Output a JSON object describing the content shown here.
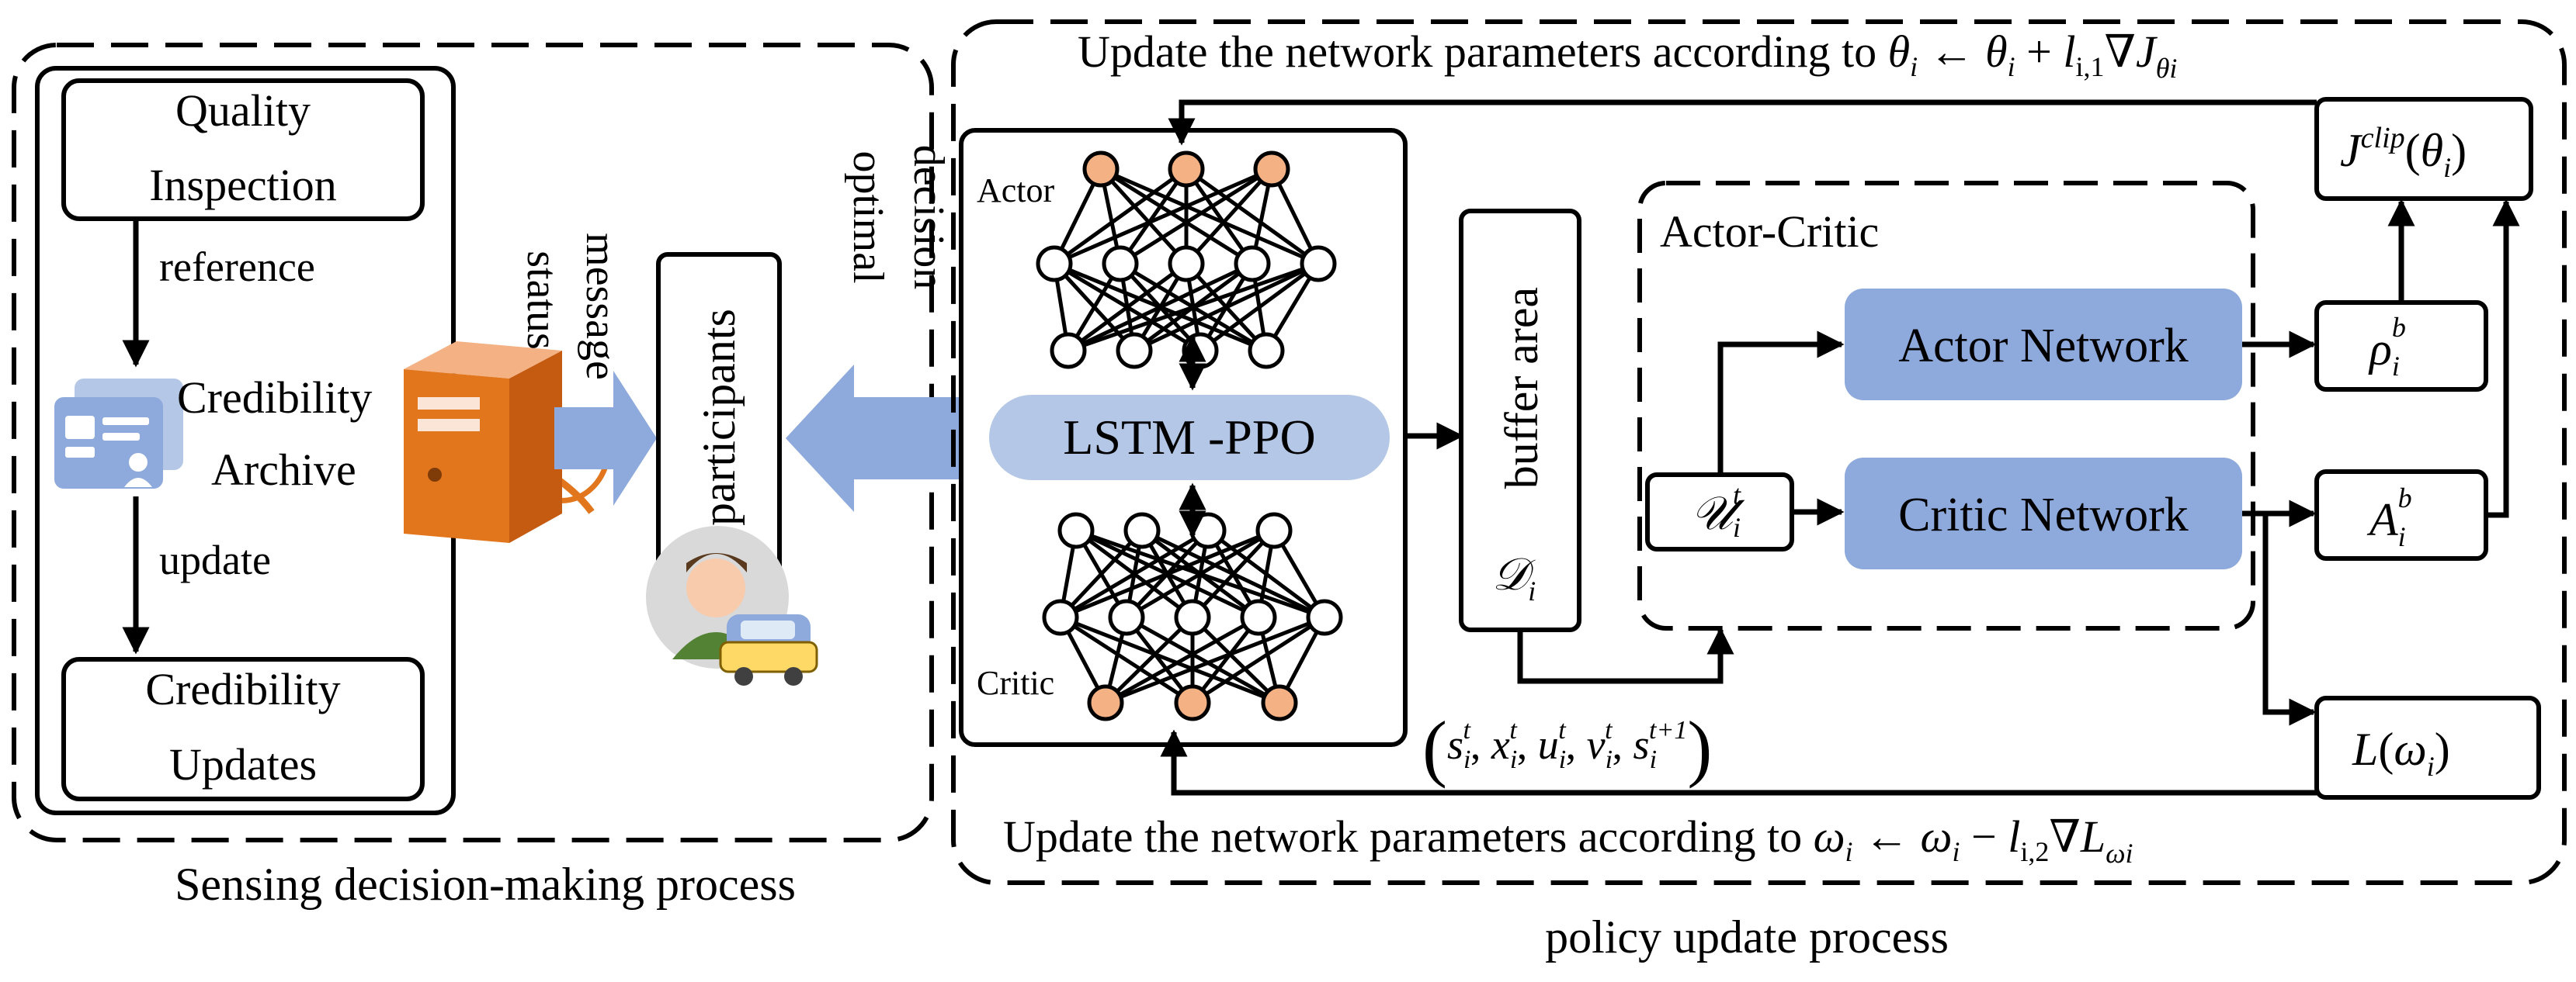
{
  "left_panel": {
    "caption": "Sensing decision-making process",
    "quality_inspection": [
      "Quality",
      "Inspection"
    ],
    "reference_label": "reference",
    "archive_label": [
      "Credibility",
      "Archive"
    ],
    "update_label": "update",
    "credibility_updates": [
      "Credibility",
      "Updates"
    ],
    "status_message": [
      "status",
      "message"
    ],
    "participants": "participants",
    "optimal_decision": [
      "optimal",
      "decision"
    ]
  },
  "right_panel": {
    "caption": "policy update process",
    "top_update": {
      "prefix": "Update the network parameters according to ",
      "formula": "θi ← θi + li,1∇Jθi"
    },
    "bottom_update": {
      "prefix": "Update the network parameters according to ",
      "formula": "ωi ← ωi − li,2∇Lωi"
    },
    "actor_label": "Actor",
    "critic_label": "Critic",
    "lstm_label": "LSTM -PPO",
    "buffer_label": "buffer area",
    "buffer_symbol": "𝒟i",
    "actor_critic_title": "Actor-Critic",
    "actor_network": "Actor Network",
    "critic_network": "Critic Network",
    "ui_node": "𝒰i t",
    "rho_node": "ρi b",
    "a_node": "Ai b",
    "jclip_node": "Jclip(θi)",
    "l_node": "L(ωi)",
    "tuple_label": "(si t, xi t, ui t, νi t, si t+1)"
  },
  "colors": {
    "network_fill": "#8ea9db",
    "lstm_fill": "#b4c7e7",
    "arrow_blue": "#8ea9db",
    "neuron_orange": "#f4b183",
    "server_orange": "#e2761d",
    "line": "#000000"
  }
}
